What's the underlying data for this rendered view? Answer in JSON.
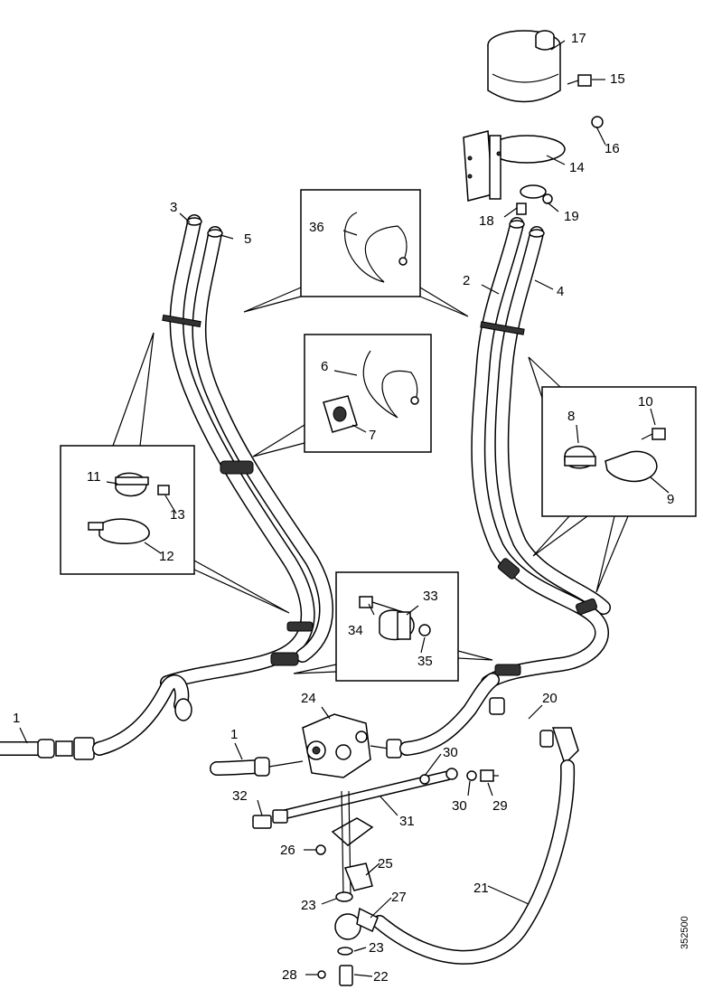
{
  "callouts": [
    "1",
    "1",
    "2",
    "3",
    "4",
    "5",
    "6",
    "7",
    "8",
    "9",
    "10",
    "11",
    "12",
    "13",
    "14",
    "15",
    "16",
    "17",
    "18",
    "19",
    "20",
    "21",
    "22",
    "23",
    "23",
    "24",
    "25",
    "26",
    "27",
    "28",
    "29",
    "30",
    "30",
    "31",
    "32",
    "33",
    "34",
    "35",
    "36"
  ],
  "reference_number": "352500"
}
